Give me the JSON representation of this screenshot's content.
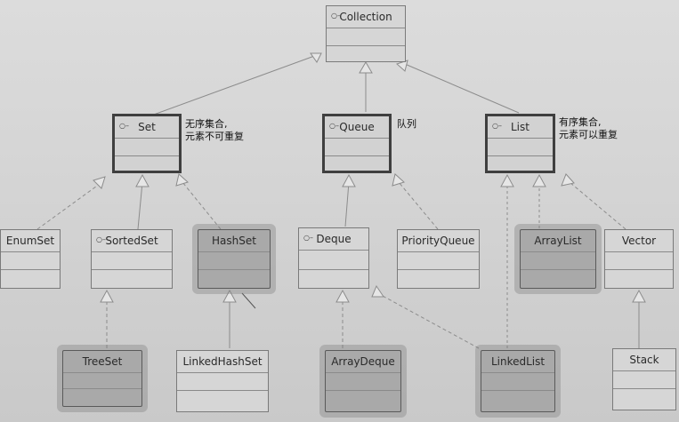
{
  "boxes": {
    "collection": {
      "label": "Collection"
    },
    "set": {
      "label": "Set"
    },
    "queue": {
      "label": "Queue"
    },
    "list": {
      "label": "List"
    },
    "enumset": {
      "label": "EnumSet"
    },
    "sortedset": {
      "label": "SortedSet"
    },
    "hashset": {
      "label": "HashSet"
    },
    "deque": {
      "label": "Deque"
    },
    "priorityqueue": {
      "label": "PriorityQueue"
    },
    "arraylist": {
      "label": "ArrayList"
    },
    "vector": {
      "label": "Vector"
    },
    "treeset": {
      "label": "TreeSet"
    },
    "linkedhashset": {
      "label": "LinkedHashSet"
    },
    "arraydeque": {
      "label": "ArrayDeque"
    },
    "linkedlist": {
      "label": "LinkedList"
    },
    "stack": {
      "label": "Stack"
    }
  },
  "notes": {
    "set_line1": "无序集合,",
    "set_line2": "元素不可重复",
    "queue": "队列",
    "list_line1": "有序集合,",
    "list_line2": "元素可以重复"
  },
  "icons": {
    "interface_marker": "interface-marker-icon"
  },
  "colors": {
    "edge": "#8c8c8c",
    "highlighted_box": "#a9a9a9"
  }
}
